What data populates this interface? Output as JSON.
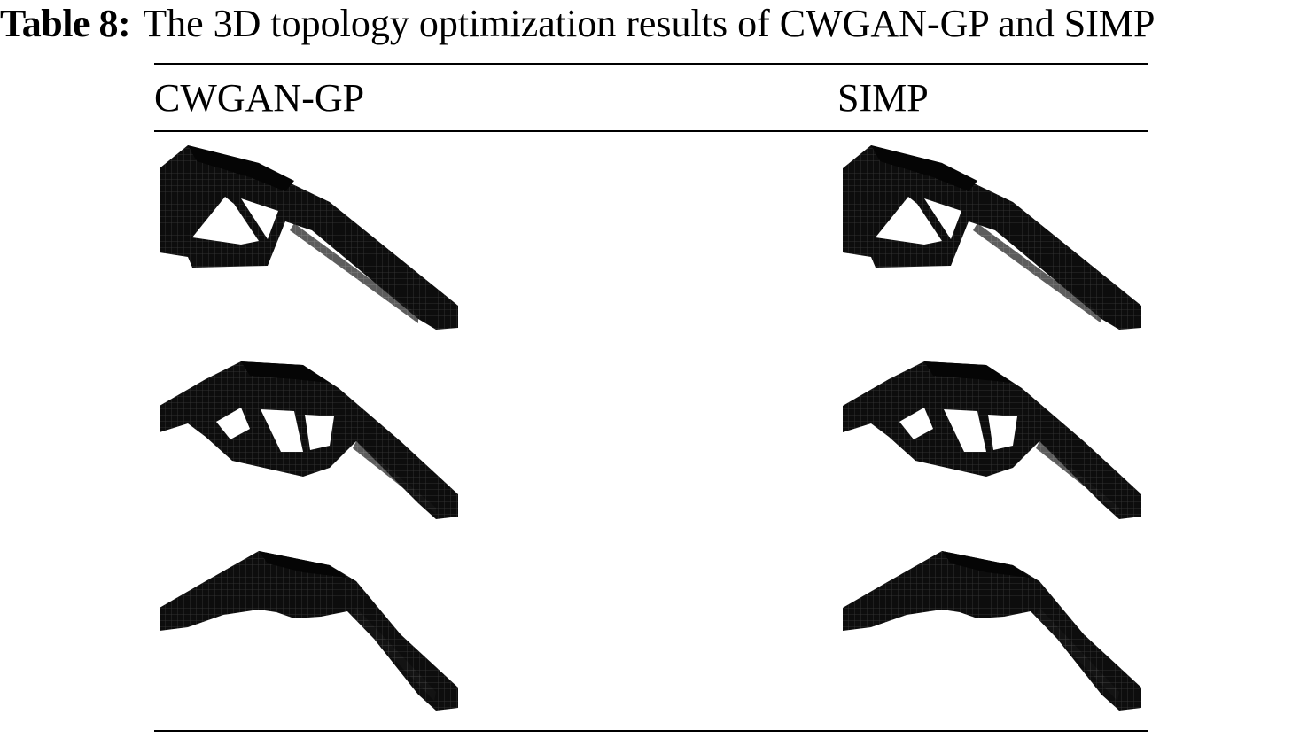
{
  "table": {
    "label": "Table 8:",
    "caption": "The 3D topology optimization results of CWGAN-GP and SIMP",
    "columns": [
      "CWGAN-GP",
      "SIMP"
    ],
    "rows": [
      {
        "cwgan_gp": "voxel-structure-1",
        "simp": "voxel-structure-1"
      },
      {
        "cwgan_gp": "voxel-structure-2",
        "simp": "voxel-structure-2"
      },
      {
        "cwgan_gp": "voxel-structure-3",
        "simp": "voxel-structure-3"
      }
    ]
  }
}
